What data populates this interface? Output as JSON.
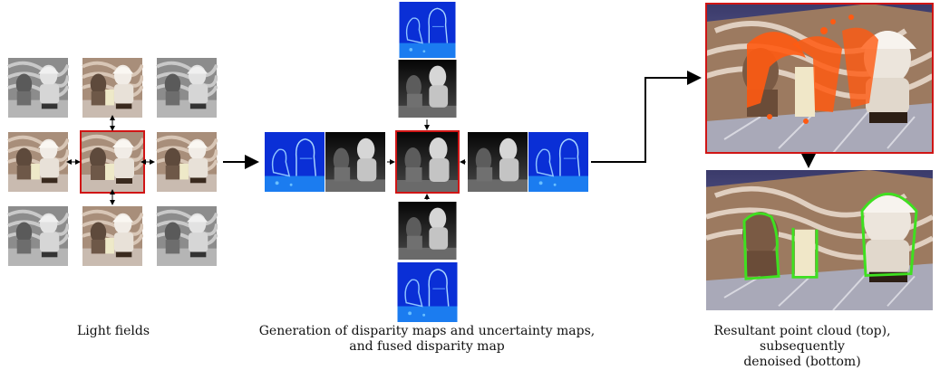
{
  "captions": {
    "light_fields": "Light fields",
    "disparity_line1": "Generation of disparity maps and uncertainty maps,",
    "disparity_line2": "and fused disparity map",
    "pointcloud_line1": "Resultant point cloud (top), subsequently",
    "pointcloud_line2": "denoised (bottom)"
  },
  "colors": {
    "highlight_frame": "#d01515",
    "uncertainty_map": "#0a2fd6",
    "denoised_edges": "#3fe020",
    "noisy_points": "#ff5a12"
  }
}
